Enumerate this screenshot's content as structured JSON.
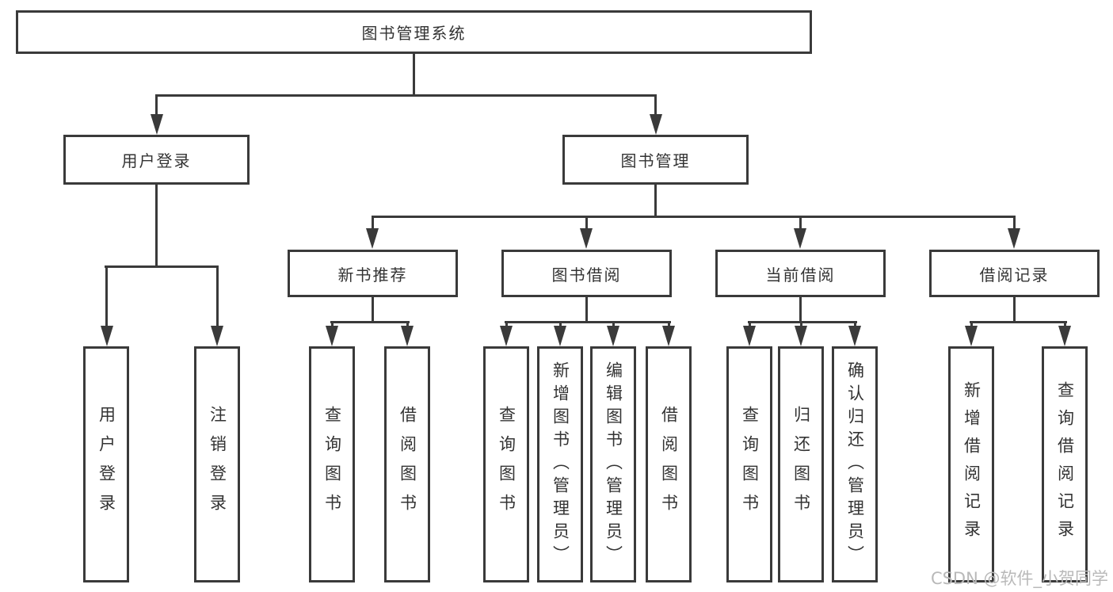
{
  "title_node": "图书管理系统",
  "branches": [
    {
      "label": "用户登录",
      "leaves": [
        "用户登录",
        "注销登录"
      ]
    },
    {
      "label": "图书管理",
      "groups": [
        {
          "label": "新书推荐",
          "leaves": [
            "查询图书",
            "借阅图书"
          ]
        },
        {
          "label": "图书借阅",
          "leaves": [
            "查询图书",
            "新增图书（管理员）",
            "编辑图书（管理员）",
            "借阅图书"
          ]
        },
        {
          "label": "当前借阅",
          "leaves": [
            "查询图书",
            "归还图书",
            "确认归还（管理员）"
          ]
        },
        {
          "label": "借阅记录",
          "leaves": [
            "新增借阅记录",
            "查询借阅记录"
          ]
        }
      ]
    }
  ],
  "watermark": "CSDN @软件_小贺同学",
  "colors": {
    "line": "#3a3a3a",
    "text": "#333333",
    "watermark": "#b9b9b9",
    "background": "#ffffff"
  }
}
